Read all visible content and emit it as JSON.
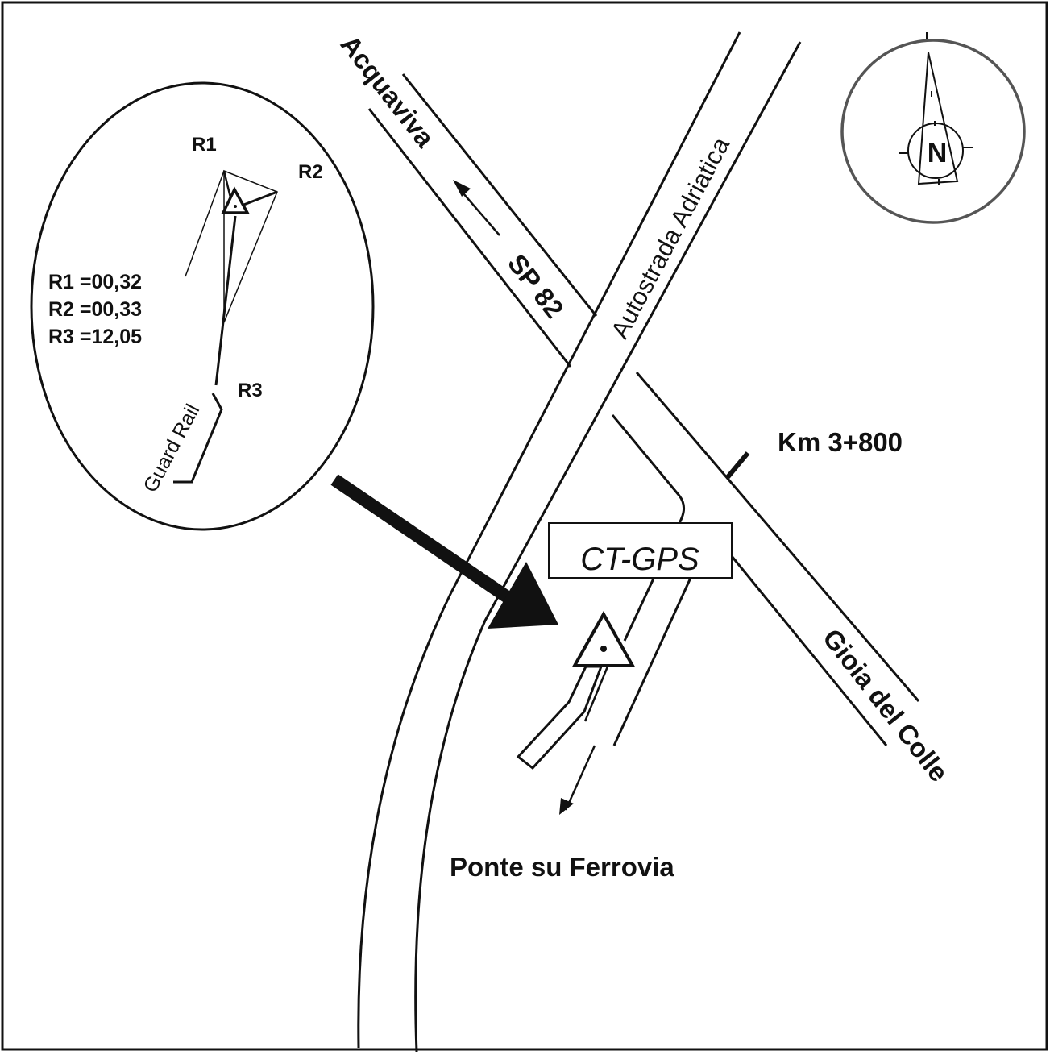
{
  "roads": {
    "sp_name": "SP 82",
    "to_north_west": "Acquaviva",
    "highway": "Autostrada Adriatica",
    "to_south_east": "Gioia del Colle",
    "km_marker": "Km 3+800",
    "bridge": "Ponte su  Ferrovia"
  },
  "station": {
    "label": "CT-GPS"
  },
  "inset": {
    "refs": [
      "R1",
      "R2",
      "R3"
    ],
    "distances": [
      "R1 =00,32",
      "R2 =00,33",
      "R3 =12,05"
    ],
    "guard_rail": "Guard Rail"
  },
  "compass": {
    "north": "N"
  },
  "colors": {
    "ink": "#111111",
    "compass_ring": "#555555"
  }
}
